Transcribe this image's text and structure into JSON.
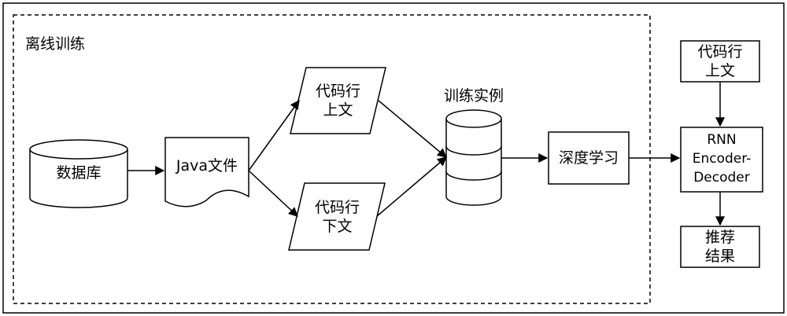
{
  "region": {
    "label": "离线训练"
  },
  "nodes": {
    "database": "数据库",
    "java_file": "Java文件",
    "context_above": "代码行\n上文",
    "context_below": "代码行\n下文",
    "training_instances": "训练实例",
    "deep_learning": "深度学习",
    "model": "RNN\nEncoder-\nDecoder",
    "input_context": "代码行\n上文",
    "result": "推荐\n结果"
  }
}
